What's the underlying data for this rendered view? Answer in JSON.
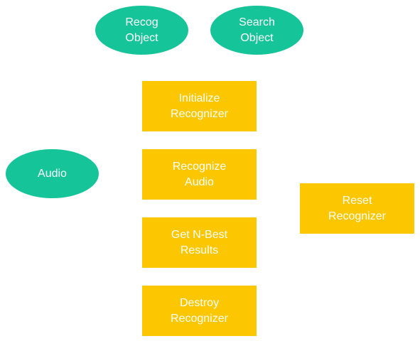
{
  "colors": {
    "ellipse_fill": "#16c499",
    "box_fill": "#fdc700",
    "text": "#ffffff"
  },
  "objects": {
    "recog_object": "Recog\nObject",
    "search_object": "Search\nObject",
    "audio": "Audio"
  },
  "steps": {
    "initialize": "Initialize\nRecognizer",
    "recognize": "Recognize\nAudio",
    "nbest": "Get N-Best\nResults",
    "destroy": "Destroy\nRecognizer",
    "reset": "Reset\nRecognizer"
  }
}
